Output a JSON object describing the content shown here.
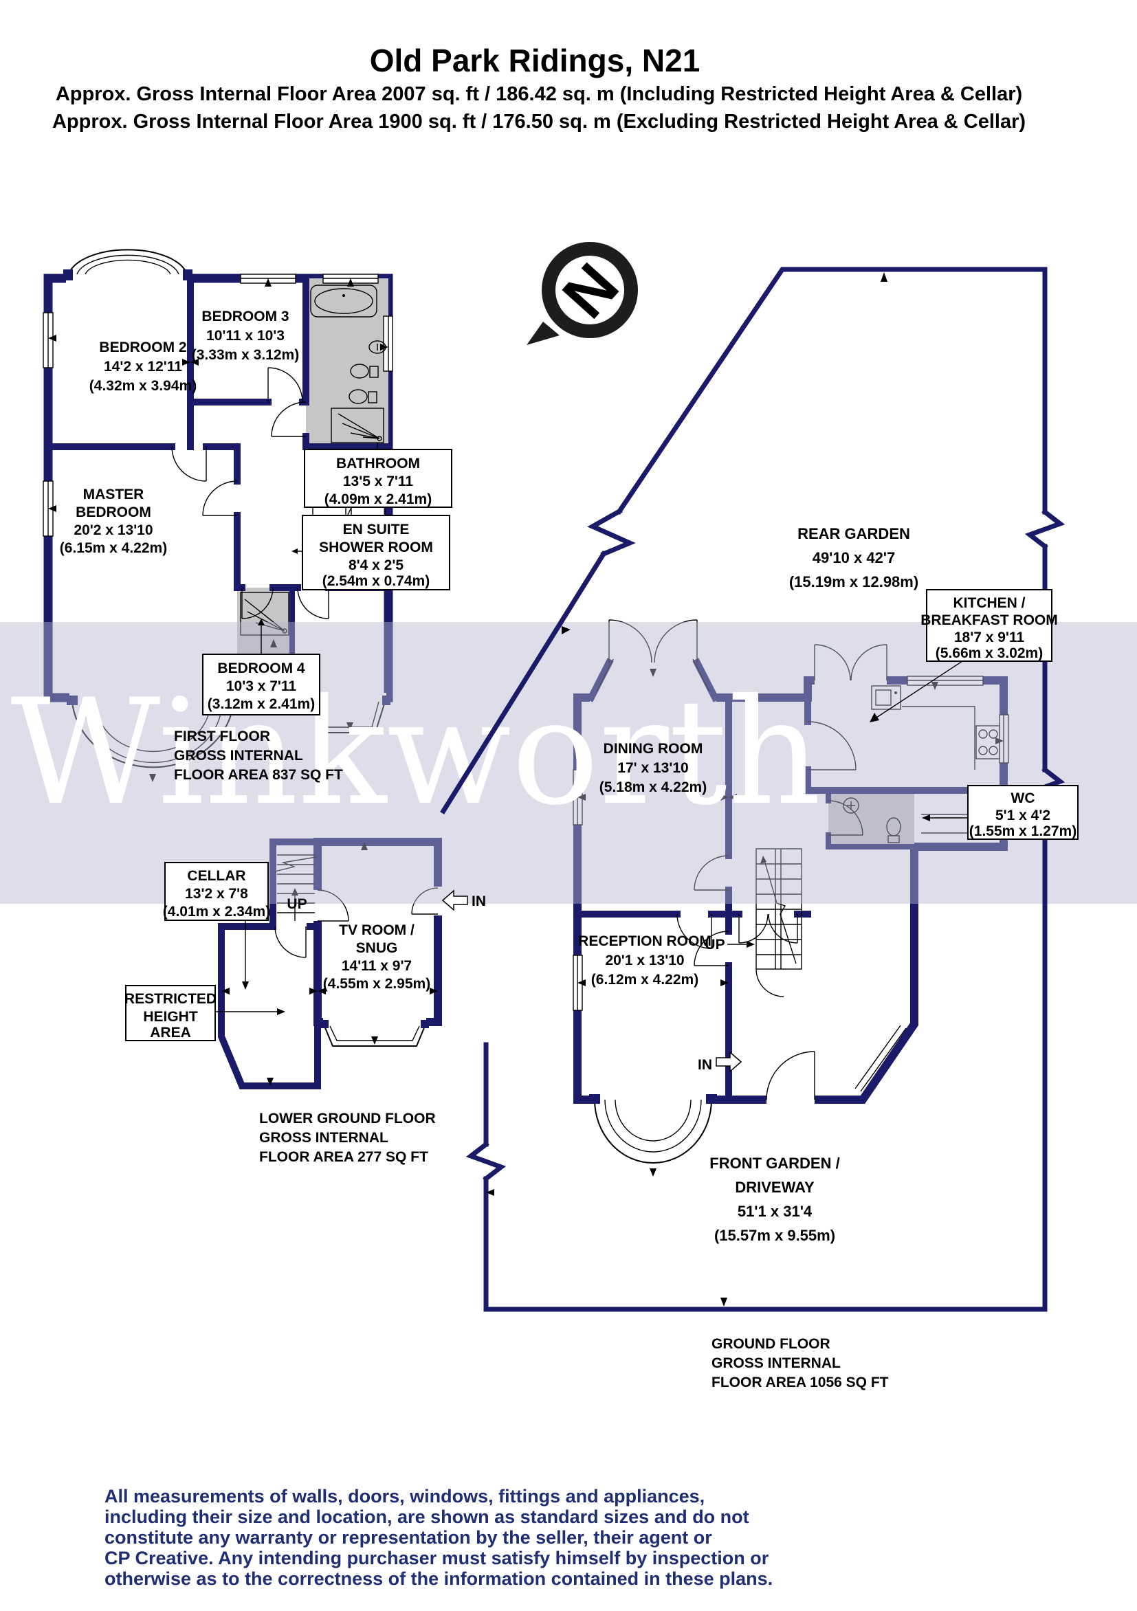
{
  "header": {
    "title": "Old Park Ridings, N21",
    "subtitle1": "Approx. Gross Internal Floor Area 2007 sq. ft / 186.42 sq. m (Including Restricted Height Area & Cellar)",
    "subtitle2": "Approx. Gross Internal Floor Area 1900 sq. ft / 176.50 sq. m (Excluding Restricted Height Area & Cellar)"
  },
  "watermark": "Winkworth",
  "compass": {
    "letter": "N"
  },
  "nav_labels": {
    "up_ground": "UP",
    "up_lower": "UP",
    "in_ground": "IN",
    "in_lower": "IN"
  },
  "first_floor": {
    "bedroom2": [
      "BEDROOM 2",
      "14'2 x 12'11",
      "(4.32m x 3.94m)"
    ],
    "bedroom3": [
      "BEDROOM 3",
      "10'11 x 10'3",
      "(3.33m x 3.12m)"
    ],
    "master": [
      "MASTER",
      "BEDROOM",
      "20'2 x 13'10",
      "(6.15m x 4.22m)"
    ],
    "bathroom": [
      "BATHROOM",
      "13'5 x 7'11",
      "(4.09m x 2.41m)"
    ],
    "ensuite": [
      "EN SUITE",
      "SHOWER ROOM",
      "8'4 x 2'5",
      "(2.54m x 0.74m)"
    ],
    "bedroom4": [
      "BEDROOM 4",
      "10'3 x 7'11",
      "(3.12m x 2.41m)"
    ],
    "caption": [
      "FIRST FLOOR",
      "GROSS INTERNAL",
      "FLOOR AREA 837 SQ FT"
    ]
  },
  "ground_floor": {
    "rear_garden": [
      "REAR GARDEN",
      "49'10 x 42'7",
      "(15.19m x 12.98m)"
    ],
    "kitchen": [
      "KITCHEN /",
      "BREAKFAST ROOM",
      "18'7 x 9'11",
      "(5.66m x 3.02m)"
    ],
    "dining": [
      "DINING ROOM",
      "17' x 13'10",
      "(5.18m x 4.22m)"
    ],
    "wc": [
      "WC",
      "5'1 x 4'2",
      "(1.55m x 1.27m)"
    ],
    "reception": [
      "RECEPTION ROOM",
      "20'1 x 13'10",
      "(6.12m x 4.22m)"
    ],
    "front_garden": [
      "FRONT GARDEN /",
      "DRIVEWAY",
      "51'1 x 31'4",
      "(15.57m x 9.55m)"
    ],
    "caption": [
      "GROUND FLOOR",
      "GROSS INTERNAL",
      "FLOOR AREA 1056 SQ FT"
    ]
  },
  "lower_ground_floor": {
    "cellar": [
      "CELLAR",
      "13'2 x 7'8",
      "(4.01m x 2.34m)"
    ],
    "tv_room": [
      "TV ROOM /",
      "SNUG",
      "14'11 x 9'7",
      "(4.55m x 2.95m)"
    ],
    "restricted": [
      "RESTRICTED",
      "HEIGHT",
      "AREA"
    ],
    "caption": [
      "LOWER GROUND FLOOR",
      "GROSS INTERNAL",
      "FLOOR AREA 277 SQ FT"
    ]
  },
  "disclaimer": [
    "All measurements of walls, doors, windows, fittings and appliances,",
    "including their size and location, are shown as standard sizes and do not",
    "constitute any warranty or representation by the seller, their agent or",
    "CP Creative. Any intending purchaser must satisfy himself by inspection or",
    "otherwise as to the correctness of the information contained in these plans."
  ],
  "colors": {
    "wall_navy": "#1a1a68",
    "room_gray": "#e5e5e5",
    "wet_room_gray": "#c6c6c6",
    "watermark_band": "#b4b5ce",
    "watermark_text": "#ffffff",
    "disclaimer_navy": "#1f2d72",
    "compass_black": "#1d1d1d",
    "compass_gray": "#7a7a7a"
  }
}
